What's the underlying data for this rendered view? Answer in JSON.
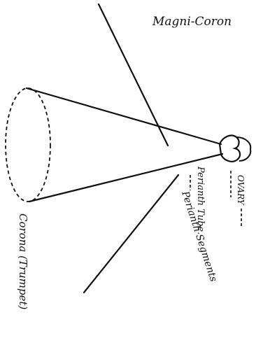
{
  "diagram": {
    "title": "Magni-Coron",
    "labels": {
      "corona": "Corona (Trumpet)",
      "perianth_segments": "Perianth Segments",
      "perianth_tube": "Perianth Tube.",
      "ovary": "OVARY"
    }
  }
}
